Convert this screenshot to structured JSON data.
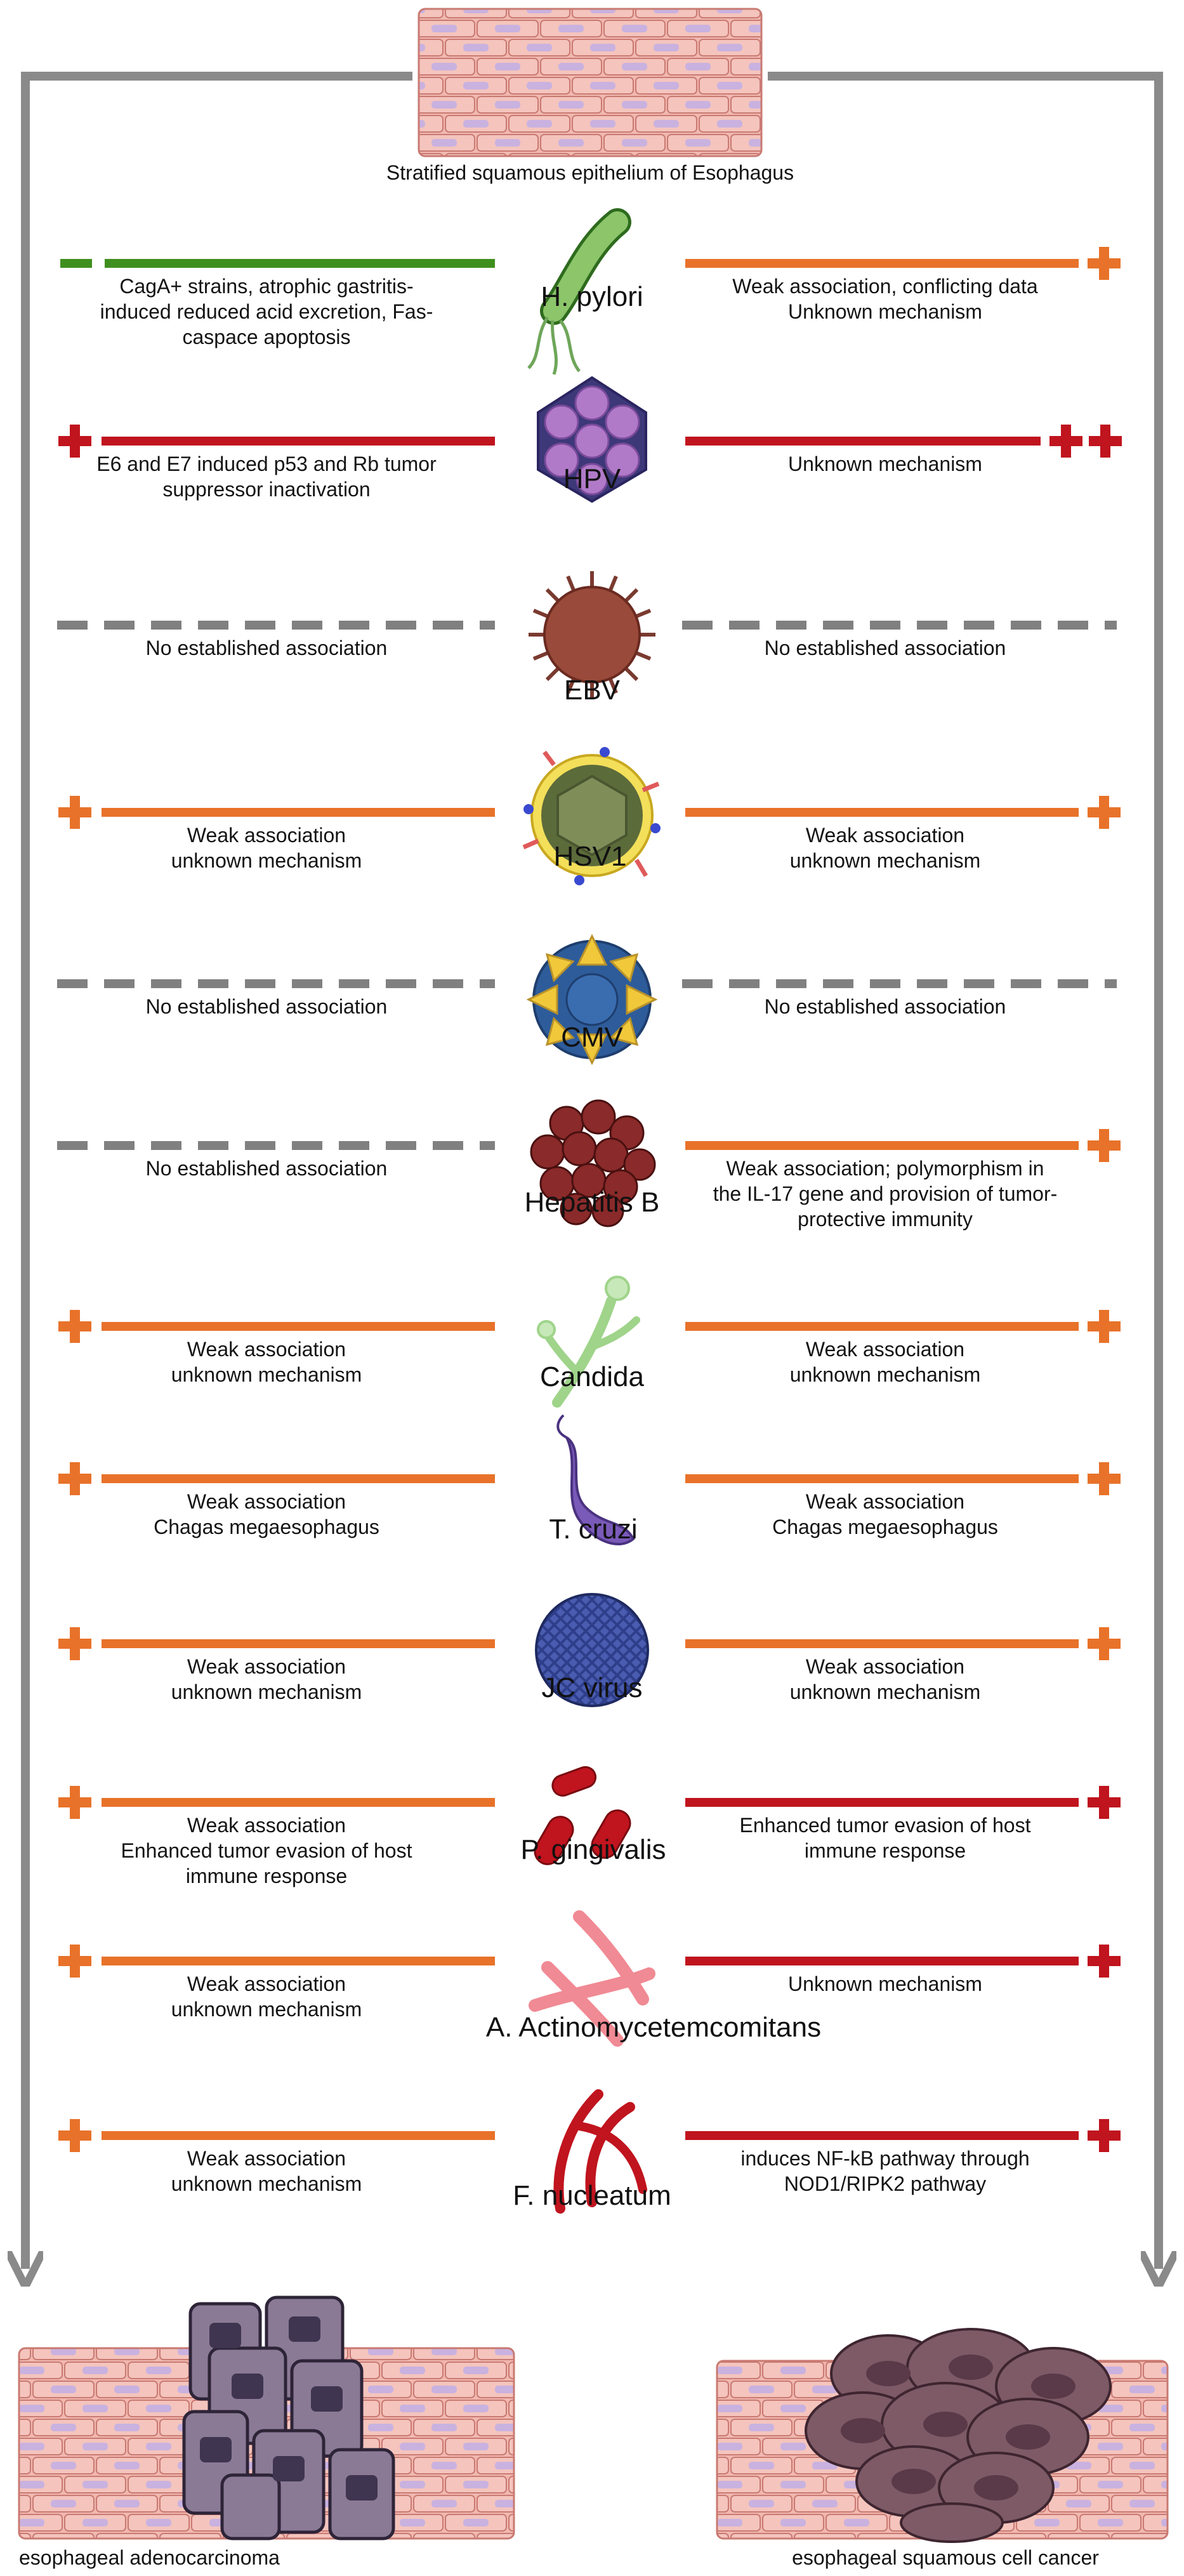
{
  "top_label": "Stratified squamous epithelium of Esophagus",
  "bottom_left_label": "esophageal adenocarcinoma",
  "bottom_right_label": "esophageal squamous cell cancer",
  "colors": {
    "negative_green": "#3f8f1f",
    "weak_orange": "#e8722a",
    "strong_red": "#c0141e",
    "none_gray": "#808080",
    "frame_gray": "#8a8a8a",
    "epithelium_pink": "#f1b8b0",
    "cell_nucleus": "#c9b2e0"
  },
  "legend_semantics": {
    "minus": "negative association",
    "plus": "weak association",
    "red_plus": "strong association",
    "dashed": "no established association"
  },
  "pathogens": [
    {
      "name": "H. pylori",
      "icon": "h-pylori-icon",
      "left": {
        "type": "minus",
        "text": [
          "CagA+ strains, atrophic gastritis-",
          "induced reduced acid excretion, Fas-",
          "caspace apoptosis"
        ]
      },
      "right": {
        "type": "weak",
        "marks": 1,
        "text": [
          "Weak association, conflicting data",
          "Unknown mechanism"
        ]
      }
    },
    {
      "name": "HPV",
      "icon": "hpv-icon",
      "left": {
        "type": "strong",
        "marks": 1,
        "text": [
          "E6 and E7 induced p53 and Rb tumor",
          "suppressor inactivation"
        ]
      },
      "right": {
        "type": "strong",
        "marks": 2,
        "text": [
          "Unknown mechanism"
        ]
      }
    },
    {
      "name": "EBV",
      "icon": "ebv-icon",
      "left": {
        "type": "none",
        "text": [
          "No established association"
        ]
      },
      "right": {
        "type": "none",
        "text": [
          "No established association"
        ]
      }
    },
    {
      "name": "HSV1",
      "icon": "hsv1-icon",
      "left": {
        "type": "weak",
        "marks": 1,
        "text": [
          "Weak association",
          "unknown mechanism"
        ]
      },
      "right": {
        "type": "weak",
        "marks": 1,
        "text": [
          "Weak association",
          "unknown mechanism"
        ]
      }
    },
    {
      "name": "CMV",
      "icon": "cmv-icon",
      "left": {
        "type": "none",
        "text": [
          "No established association"
        ]
      },
      "right": {
        "type": "none",
        "text": [
          "No established association"
        ]
      }
    },
    {
      "name": "Hepatitis B",
      "icon": "hepatitis-b-icon",
      "left": {
        "type": "none",
        "text": [
          "No established association"
        ]
      },
      "right": {
        "type": "weak",
        "marks": 1,
        "text": [
          "Weak association; polymorphism in",
          "the IL-17 gene and provision of tumor-",
          "protective immunity"
        ]
      }
    },
    {
      "name": "Candida",
      "icon": "candida-icon",
      "left": {
        "type": "weak",
        "marks": 1,
        "text": [
          "Weak association",
          "unknown mechanism"
        ]
      },
      "right": {
        "type": "weak",
        "marks": 1,
        "text": [
          "Weak association",
          "unknown mechanism"
        ]
      }
    },
    {
      "name": "T. cruzi",
      "icon": "t-cruzi-icon",
      "left": {
        "type": "weak",
        "marks": 1,
        "text": [
          "Weak association",
          "Chagas megaesophagus"
        ]
      },
      "right": {
        "type": "weak",
        "marks": 1,
        "text": [
          "Weak association",
          "Chagas megaesophagus"
        ]
      }
    },
    {
      "name": "JC virus",
      "icon": "jc-virus-icon",
      "left": {
        "type": "weak",
        "marks": 1,
        "text": [
          "Weak association",
          "unknown mechanism"
        ]
      },
      "right": {
        "type": "weak",
        "marks": 1,
        "text": [
          "Weak association",
          "unknown mechanism"
        ]
      }
    },
    {
      "name": "P. gingivalis",
      "icon": "p-gingivalis-icon",
      "left": {
        "type": "weak",
        "marks": 1,
        "text": [
          "Weak association",
          "Enhanced tumor evasion of host",
          "immune response"
        ]
      },
      "right": {
        "type": "strong",
        "marks": 1,
        "text": [
          "Enhanced tumor evasion of host",
          "immune response"
        ]
      }
    },
    {
      "name": "A. Actinomycetemcomitans",
      "icon": "a-actinomycetemcomitans-icon",
      "left": {
        "type": "weak",
        "marks": 1,
        "text": [
          "Weak association",
          "unknown mechanism"
        ]
      },
      "right": {
        "type": "strong",
        "marks": 1,
        "text": [
          "Unknown mechanism"
        ]
      }
    },
    {
      "name": "F. nucleatum",
      "icon": "f-nucleatum-icon",
      "left": {
        "type": "weak",
        "marks": 1,
        "text": [
          "Weak association",
          "unknown mechanism"
        ]
      },
      "right": {
        "type": "strong",
        "marks": 1,
        "text": [
          "induces NF-kB pathway through",
          "NOD1/RIPK2 pathway"
        ]
      }
    }
  ]
}
